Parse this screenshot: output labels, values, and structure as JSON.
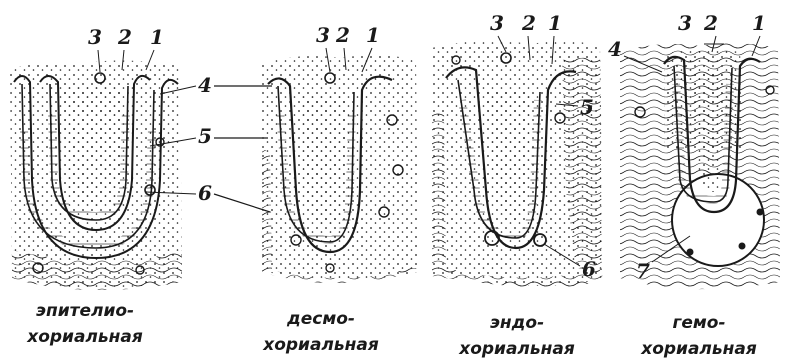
{
  "panels": [
    {
      "id": "epitheliochorial",
      "caption": [
        "эпителио-",
        "хориальная"
      ],
      "labels": [
        "3",
        "2",
        "1",
        "4",
        "5",
        "6"
      ]
    },
    {
      "id": "desmochorial",
      "caption": [
        "десмо-",
        "хориальная"
      ],
      "labels": [
        "3",
        "2",
        "1"
      ]
    },
    {
      "id": "endotheliochorial",
      "caption": [
        "эндо-",
        "хориальная"
      ],
      "labels": [
        "3",
        "2",
        "1",
        "5",
        "6"
      ]
    },
    {
      "id": "hemochorial",
      "caption": [
        "гемо-",
        "хориальная"
      ],
      "labels": [
        "3",
        "2",
        "1",
        "4",
        "7"
      ]
    }
  ],
  "colors": {
    "ink": "#1a1a1a",
    "paper": "#ffffff"
  }
}
